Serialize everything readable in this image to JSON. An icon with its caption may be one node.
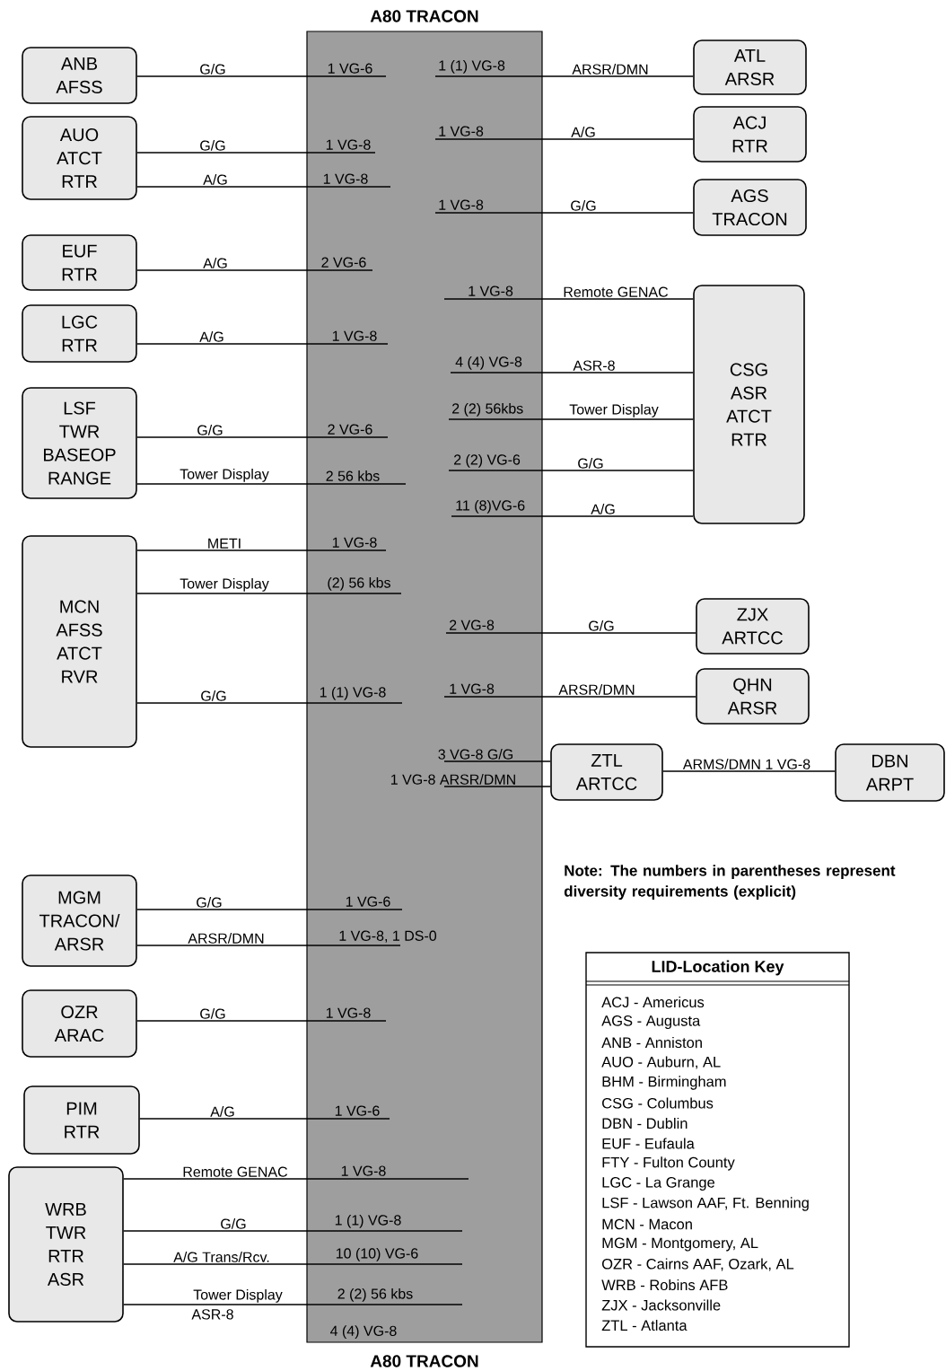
{
  "diagram": {
    "nodes": [
      {
        "text": [
          "A80 TRACON",
          "A80 TRACON"
        ]
      },
      {
        "text": [
          "ANB AFSS"
        ]
      },
      {
        "text": [
          "ATL ARSR"
        ]
      },
      {
        "text": [
          "AUO ATCT RTR"
        ]
      },
      {
        "text": [
          "ACJ RTR"
        ]
      },
      {
        "text": [
          "AGS TRACON"
        ]
      },
      {
        "text": [
          "EUF RTR"
        ]
      },
      {
        "text": [
          "CSG ASR ATCT RTR"
        ]
      },
      {
        "text": [
          "LGC RTR"
        ]
      },
      {
        "text": [
          "LSF TWR BASEOP RANGE"
        ]
      },
      {
        "text": [
          "MCN AFSS ATCT RVR"
        ]
      },
      {
        "text": [
          "ZJX ARTCC"
        ]
      },
      {
        "text": [
          "QHN ARSR"
        ]
      },
      {
        "text": [
          "ZTL ARTCC"
        ]
      },
      {
        "text": [
          "DBN ARPT"
        ]
      },
      {
        "text": [
          "MGM TRACON/ ARSR"
        ]
      },
      {
        "text": [
          "OZR ARAC"
        ]
      },
      {
        "text": [
          "PIM RTR"
        ]
      },
      {
        "text": [
          "WRB TWR RTR ASR"
        ]
      },
      {
        "text": [
          "LID-Location Key",
          "ACJ - Americus",
          "AGS - Augusta",
          "ANB - Anniston",
          "AUO - Auburn, AL",
          "BHM - Birmingham",
          "CSG - Columbus",
          "DBN - Dublin",
          "EUF - Eufaula",
          "FTY - Fulton County",
          "LGC - La Grange",
          "LSF - Lawson AAF, Ft. Benning",
          "MCN - Macon",
          "MGM - Montgomery, AL",
          "OZR - Cairns AAF, Ozark, AL",
          "WRB - Robins AFB",
          "ZJX - Jacksonville",
          "ZTL - Atlanta"
        ]
      }
    ],
    "edges": [
      {
        "from": 1,
        "to": 0,
        "arrow": "none",
        "label": "G/G"
      },
      {
        "from": 2,
        "to": 0,
        "arrow": "none",
        "label": "ARSR/DMN"
      },
      {
        "from": 3,
        "to": 0,
        "arrow": "none",
        "label": "G/G"
      },
      {
        "from": 4,
        "to": 0,
        "arrow": "none",
        "label": "A/G"
      },
      {
        "from": 3,
        "to": 0,
        "arrow": "none",
        "label": "A/G"
      },
      {
        "from": 5,
        "to": 0,
        "arrow": "none",
        "label": "G/G"
      },
      {
        "from": 6,
        "to": 0,
        "arrow": "none",
        "label": "A/G"
      },
      {
        "from": 7,
        "to": 0,
        "arrow": "none",
        "label": "Remote GENAC"
      },
      {
        "from": 8,
        "to": 0,
        "arrow": "none",
        "label": "A/G"
      },
      {
        "from": 7,
        "to": 0,
        "arrow": "none",
        "label": "ASR-8"
      },
      {
        "from": 9,
        "to": 0,
        "arrow": "none",
        "label": "G/G"
      },
      {
        "from": 7,
        "to": 0,
        "arrow": "none",
        "label": "Tower Display"
      },
      {
        "from": 7,
        "to": 0,
        "arrow": "none",
        "label": "G/G"
      },
      {
        "from": 9,
        "to": 0,
        "arrow": "none",
        "label": "Tower Display"
      },
      {
        "from": 7,
        "to": 0,
        "arrow": "none",
        "label": "A/G"
      },
      {
        "from": 10,
        "to": 0,
        "arrow": "none",
        "label": "METI"
      },
      {
        "from": 10,
        "to": 0,
        "arrow": "none",
        "label": "Tower Display"
      },
      {
        "from": 11,
        "to": 0,
        "arrow": "none",
        "label": "G/G"
      },
      {
        "from": 10,
        "to": 0,
        "arrow": "none",
        "label": "G/G"
      },
      {
        "from": 12,
        "to": 0,
        "arrow": "none",
        "label": "ARSR/DMN"
      },
      {
        "from": 13,
        "to": 0,
        "arrow": "none",
        "label": "3 VG-8 G/G"
      },
      {
        "from": 13,
        "to": 0,
        "arrow": "none",
        "label": "1 VG-8 ARSR/DMN"
      },
      {
        "from": 13,
        "to": 14,
        "arrow": "none",
        "label": "ARMS/DMN 1 VG-8"
      },
      {
        "from": 15,
        "to": 0,
        "arrow": "none",
        "label": "G/G"
      },
      {
        "from": 15,
        "to": 0,
        "arrow": "none",
        "label": "ARSR/DMN"
      },
      {
        "from": 16,
        "to": 0,
        "arrow": "none",
        "label": "G/G"
      },
      {
        "from": 17,
        "to": 0,
        "arrow": "none",
        "label": "A/G"
      },
      {
        "from": 18,
        "to": 0,
        "arrow": "none",
        "label": "Remote GENAC"
      },
      {
        "from": 18,
        "to": 0,
        "arrow": "none",
        "label": "G/G"
      },
      {
        "from": 18,
        "to": 0,
        "arrow": "none",
        "label": "A/G Trans/Rcv."
      },
      {
        "from": 18,
        "to": 0,
        "arrow": "none",
        "label": "Tower Display"
      }
    ],
    "labels": [
      "1 VG-6",
      "1 (1) VG-8",
      "1 VG-8",
      "1 VG-8",
      "1 VG-8",
      "1 VG-8",
      "2 VG-6",
      "1 VG-8",
      "1 VG-8",
      "4 (4) VG-8",
      "2 VG-6",
      "2 (2) 56kbs",
      "2 (2) VG-6",
      "2 56 kbs",
      "11 (8)VG-6",
      "1 VG-8",
      "(2) 56 kbs",
      "2 VG-8",
      "1 (1) VG-8",
      "1 VG-8",
      "1 VG-6",
      "1 VG-8, 1 DS-0",
      "1 VG-8",
      "1 VG-6",
      "1 VG-8",
      "1 (1) VG-8",
      "10 (10) VG-6",
      "2 (2) 56 kbs",
      "ASR-8",
      "4 (4) VG-8",
      "Note: The numbers in parentheses represent diversity requirements (explicit)"
    ]
  }
}
